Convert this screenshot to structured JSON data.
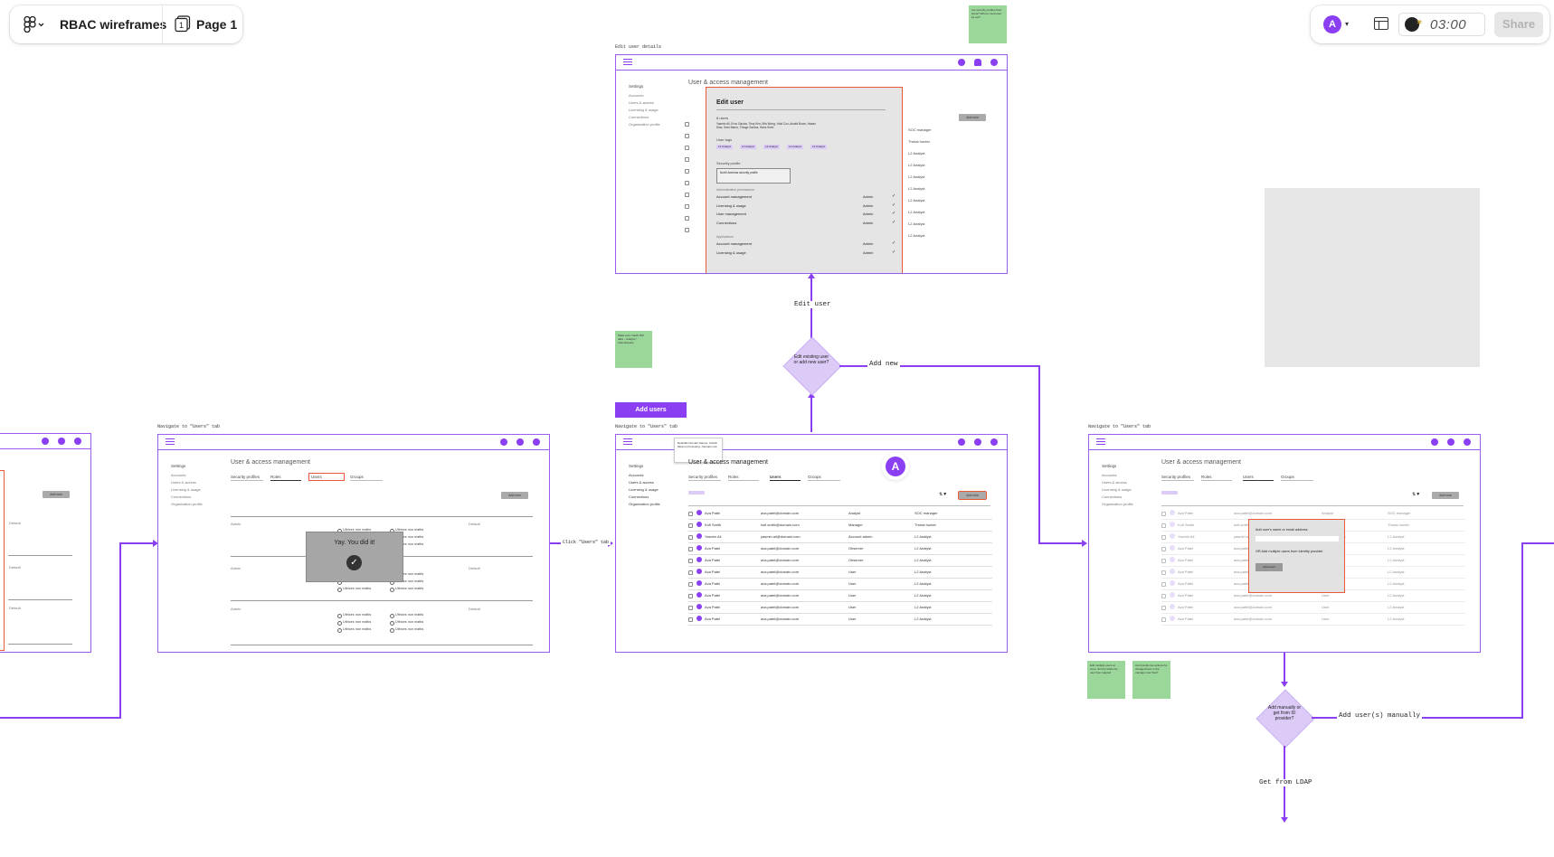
{
  "toolbar": {
    "file_name": "RBAC wireframes",
    "page_label": "Page 1",
    "page_icon_label": "1",
    "avatar_initial": "A",
    "timer": "03:00",
    "share_label": "Share"
  },
  "flow_labels": {
    "edit_user_details": "Edit user details",
    "navigate_users_tab": "Navigate to \"Users\" tab",
    "edit_user": "Edit user",
    "add_new": "Add new",
    "click_users_tab": "Click \"Users\" tab",
    "add_users_manually": "Add user(s) manually",
    "get_from_ldap": "Get from LDAP"
  },
  "decisions": {
    "edit_or_add": "Edit existing user or add new user?",
    "manual_or_idp": "Add manually or get from ID provider?"
  },
  "add_users_button": "Add users",
  "frame_common": {
    "settings": "Settings",
    "title": "User & access management",
    "tab_security": "Security profiles",
    "tab_roles": "Roles",
    "tab_users": "Users",
    "tab_groups": "Groups",
    "add_new": "Add new",
    "default": "Default",
    "admin": "Admin",
    "ultrices": "Ultrices non mattis",
    "side_items": [
      "Accounts",
      "Users & access",
      "Licensing & usage",
      "Connections",
      "Organization profile"
    ]
  },
  "toast": {
    "message": "Yay. You did it!"
  },
  "edit_modal": {
    "title": "Edit user",
    "users_count": "8 users",
    "names": "Yasmin Ali, Erno Gacios, Tony Kim, Mia Wong, Hold Cox, Anakit Bows, Hasan Diaz, Sam Baros, Thiago Santos, Hans Klein",
    "user_tags_label": "User tags",
    "tags": [
      "L2 Analyst",
      "L2 Analyst",
      "L2 Analyst",
      "L2 Analyst",
      "L2 Analyst"
    ],
    "security_profile_label": "Security profile",
    "profile_value": "North America security profile",
    "admin_section": "Administrative permissions",
    "permissions": [
      {
        "name": "Account management",
        "role": "Admin"
      },
      {
        "name": "Licensing & usage",
        "role": "Admin"
      },
      {
        "name": "User management",
        "role": "Admin"
      },
      {
        "name": "Connections",
        "role": "Admin"
      }
    ],
    "apps_section": "Applications",
    "app_permissions": [
      {
        "name": "Account management",
        "role": "Admin"
      },
      {
        "name": "Licensing & usage",
        "role": "Admin"
      }
    ]
  },
  "right_col_titles": [
    "SOC manager",
    "Threat hunter",
    "L2 Analyst",
    "L2 Analyst",
    "L2 Analyst",
    "L2 Analyst",
    "L2 Analyst",
    "L2 Analyst",
    "L2 Analyst",
    "L2 Analyst"
  ],
  "users_table": [
    {
      "name": "Ava Patel",
      "email": "ava.patel@domain.com",
      "role": "Analyst",
      "title": "SOC manager"
    },
    {
      "name": "Kofi Smith",
      "email": "kofi.smith@domain.com",
      "role": "Manager",
      "title": "Threat hunter"
    },
    {
      "name": "Yasmin Ali",
      "email": "yasmin.ali@domain.com",
      "role": "Account admin",
      "title": "L2 Analyst"
    },
    {
      "name": "Ava Patel",
      "email": "ava.patel@domain.com",
      "role": "Observer",
      "title": "L2 Analyst"
    },
    {
      "name": "Ava Patel",
      "email": "ava.patel@domain.com",
      "role": "Observer",
      "title": "L2 Analyst"
    },
    {
      "name": "Ava Patel",
      "email": "ava.patel@domain.com",
      "role": "User",
      "title": "L2 Analyst"
    },
    {
      "name": "Ava Patel",
      "email": "ava.patel@domain.com",
      "role": "User",
      "title": "L2 Analyst"
    },
    {
      "name": "Ava Patel",
      "email": "ava.patel@domain.com",
      "role": "User",
      "title": "L2 Analyst"
    },
    {
      "name": "Ava Patel",
      "email": "ava.patel@domain.com",
      "role": "User",
      "title": "L2 Analyst"
    },
    {
      "name": "Ava Patel",
      "email": "ava.patel@domain.com",
      "role": "User",
      "title": "L2 Analyst"
    }
  ],
  "add_modal": {
    "field_label": "Add user's name or email address",
    "or_text": "OR Add multiple users from Identity provider",
    "button": "Add users"
  },
  "tooltip_text": "Rebuilds Domain Names, Unlock Mexico Fit Hosting - Domain.com",
  "avatar_canvas": "A"
}
